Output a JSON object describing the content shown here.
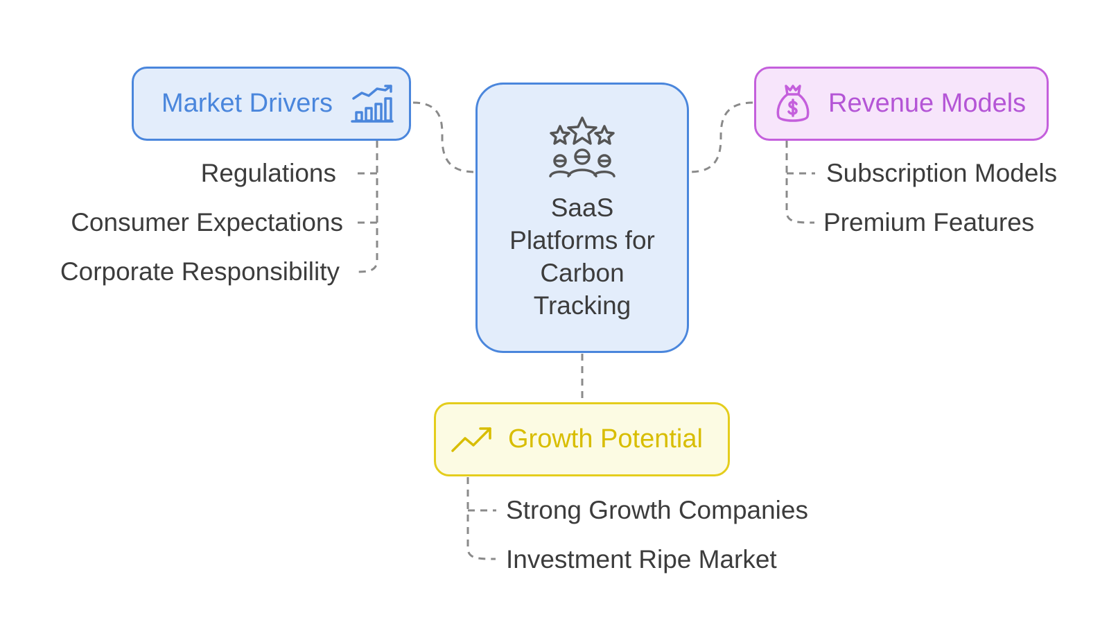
{
  "colors": {
    "blue": "#4a86dc",
    "blue_fill": "#e3edfb",
    "purple": "#c45fdc",
    "purple_fill": "#f7e5fb",
    "yellow": "#e4cd1c",
    "yellow_fill": "#fcfbe3",
    "connector": "#8a8a8a",
    "text": "#3c3c3c"
  },
  "center": {
    "title": "SaaS Platforms for Carbon Tracking",
    "icon": "stars-people-icon"
  },
  "market_drivers": {
    "title": "Market Drivers",
    "icon": "growth-bar-chart-icon",
    "items": [
      "Regulations",
      "Consumer Expectations",
      "Corporate Responsibility"
    ]
  },
  "revenue_models": {
    "title": "Revenue Models",
    "icon": "money-bag-icon",
    "items": [
      "Subscription Models",
      "Premium Features"
    ]
  },
  "growth_potential": {
    "title": "Growth Potential",
    "icon": "trending-up-icon",
    "items": [
      "Strong Growth Companies",
      "Investment Ripe Market"
    ]
  }
}
